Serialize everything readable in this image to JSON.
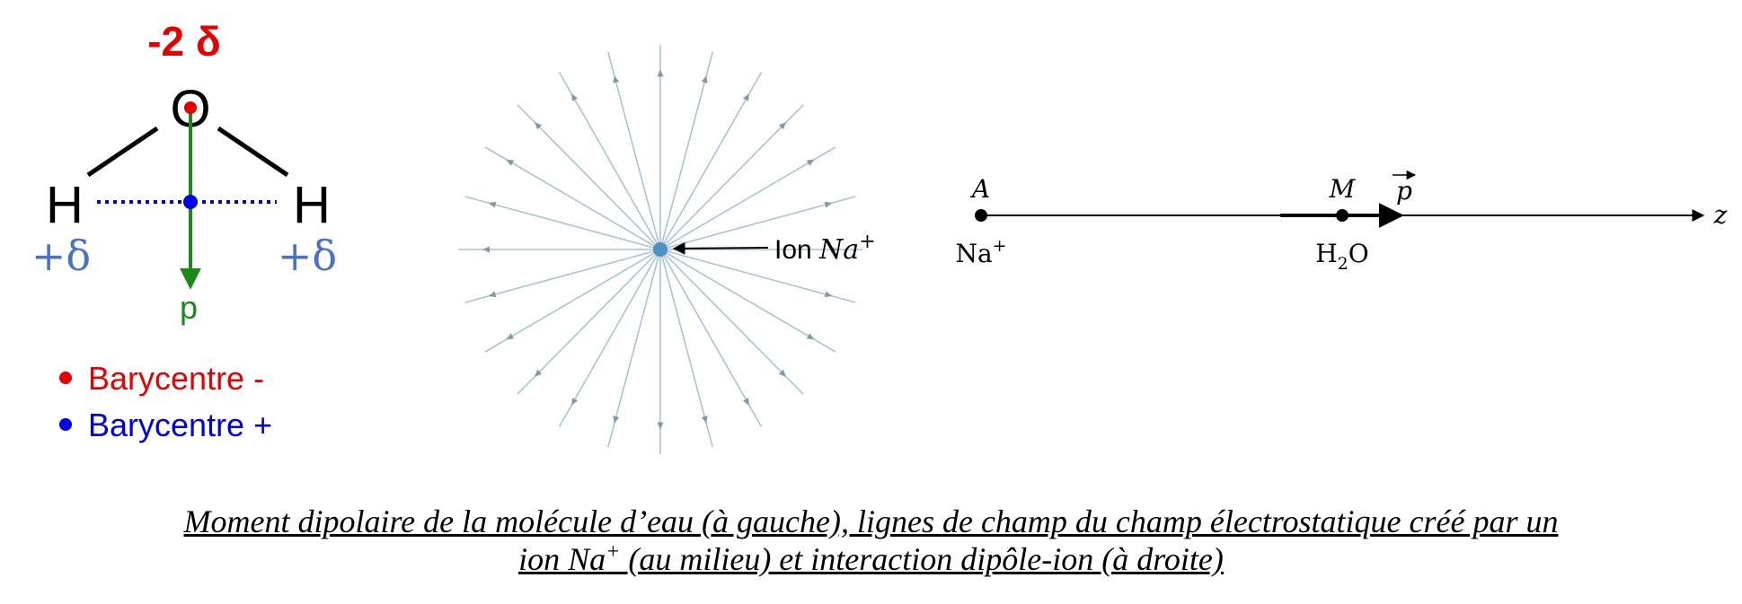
{
  "water": {
    "charge_oxygen": "-2 δ",
    "oxygen": "O",
    "hydrogen_left": "H",
    "hydrogen_right": "H",
    "charge_h_left": "+δ",
    "charge_h_right": "+δ",
    "dipole_label": "p",
    "legend": [
      {
        "label": "Barycentre -",
        "color": "#e60000"
      },
      {
        "label": "Barycentre +",
        "color": "#0000e6"
      }
    ],
    "colors": {
      "bond": "#000000",
      "dipole": "#1a8a1a",
      "charge": "#4a72c4"
    }
  },
  "field": {
    "ion_label": "Ion ",
    "ion_symbol": "Na",
    "ion_charge": "+",
    "line_count": 24,
    "colors": {
      "line": "#a9c4d3",
      "ion": "#4e90c2"
    }
  },
  "interaction": {
    "point_a": "A",
    "point_m": "M",
    "vector_p": "p",
    "axis": "z",
    "ion_under_a": "Na",
    "ion_under_a_charge": "+",
    "molecule_h": "H",
    "molecule_sub": "2",
    "molecule_o": "O"
  },
  "caption": {
    "line1": "Moment dipolaire de la molécule d’eau (à gauche), lignes de champ du champ électrostatique créé par un",
    "line2_pre": "ion ",
    "line2_sym": "Na",
    "line2_sup": "+",
    "line2_post": " (au milieu) et interaction dipôle-ion (à droite)"
  }
}
